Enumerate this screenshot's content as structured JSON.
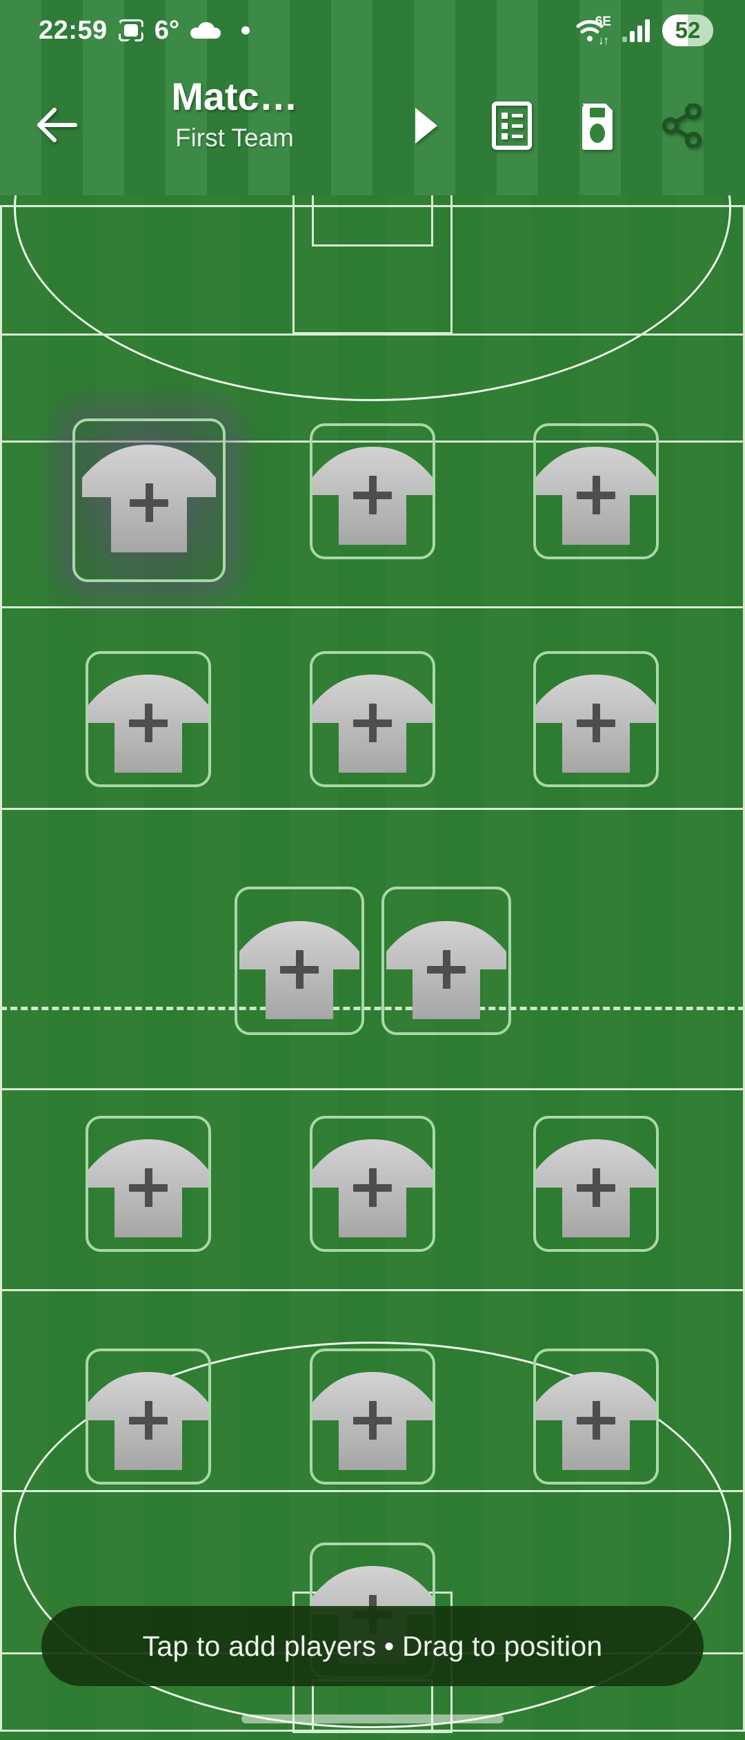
{
  "status_bar": {
    "time": "22:59",
    "screenshot_icon": "screenshot-capsule-icon",
    "temperature": "6°",
    "weather_icon": "cloud-icon",
    "notification_dot": "notification-dot",
    "wifi_icon": "wifi-icon",
    "wifi_label": "6E",
    "wifi_transfer": "↓↑",
    "signal_icon": "cellular-signal-icon",
    "battery_level": "52"
  },
  "app_bar": {
    "back_icon": "back-arrow-icon",
    "title": "Matc…",
    "subtitle": "First Team",
    "actions": [
      {
        "name": "play-button",
        "icon": "play-triangle-icon"
      },
      {
        "name": "list-button",
        "icon": "list-view-icon"
      },
      {
        "name": "save-button",
        "icon": "floppy-disk-save-icon"
      },
      {
        "name": "share-button",
        "icon": "share-nodes-icon"
      }
    ]
  },
  "pitch": {
    "field_color": "#2f7d32",
    "line_color": "#d8efd5",
    "selected_glow_color": "#6e3c8c",
    "jersey_color_top": "#cfcfcf",
    "jersey_color_bottom": "#a8a8a8",
    "plus_color": "#4e4e4e",
    "slot_border_color": "#a9d8a9",
    "slot_add_icon": "plus-icon",
    "slot_jersey_icon": "jersey-shirt-icon",
    "formation_rows": [
      {
        "name": "forwards",
        "count": 3,
        "selected_index": 0
      },
      {
        "name": "attacking-mids",
        "count": 3,
        "selected_index": -1
      },
      {
        "name": "center-mids",
        "count": 2,
        "selected_index": -1
      },
      {
        "name": "defensive-mids",
        "count": 3,
        "selected_index": -1
      },
      {
        "name": "defenders",
        "count": 3,
        "selected_index": -1
      },
      {
        "name": "goalkeeper",
        "count": 1,
        "selected_index": -1
      }
    ],
    "total_slots": 15
  },
  "banner": {
    "text": "Tap to add players • Drag to position"
  },
  "nav": {
    "handle": "gesture-navigation-handle"
  }
}
